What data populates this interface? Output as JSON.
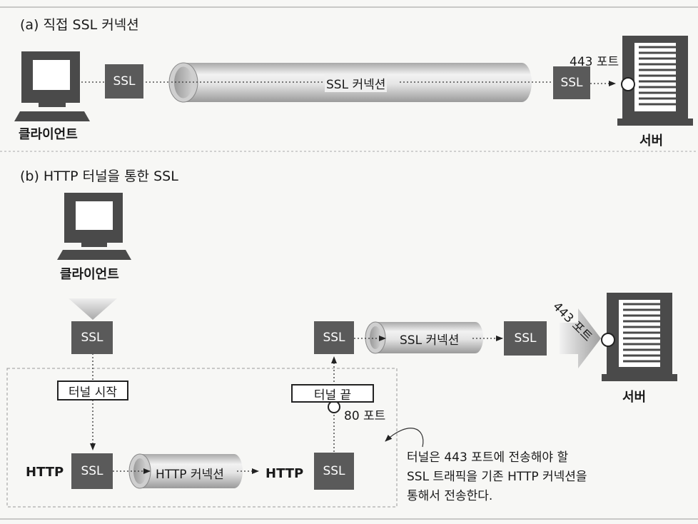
{
  "section_a": {
    "caption": "(a) 직접 SSL 커넥션",
    "client_label": "클라이언트",
    "server_label": "서버",
    "ssl_left": "SSL",
    "ssl_right": "SSL",
    "connection_label": "SSL 커넥션",
    "port_label": "443 포트"
  },
  "section_b": {
    "caption": "(b) HTTP 터널을 통한 SSL",
    "client_label": "클라이언트",
    "server_label": "서버",
    "ssl_top": "SSL",
    "tunnel_start": "터널 시작",
    "http_left": "HTTP",
    "ssl_bottom_left": "SSL",
    "http_connection_label": "HTTP 커넥션",
    "http_right": "HTTP",
    "ssl_bottom_right": "SSL",
    "tunnel_end": "터널 끝",
    "port80_label": "80 포트",
    "ssl_upper_left": "SSL",
    "ssl_connection_label": "SSL 커넥션",
    "ssl_upper_right": "SSL",
    "port443_label": "443 포트",
    "note_line1": "터널은 443 포트에 전송해야 할",
    "note_line2": "SSL 트래픽을 기존 HTTP 커넥션을",
    "note_line3": "통해서 전송한다."
  }
}
